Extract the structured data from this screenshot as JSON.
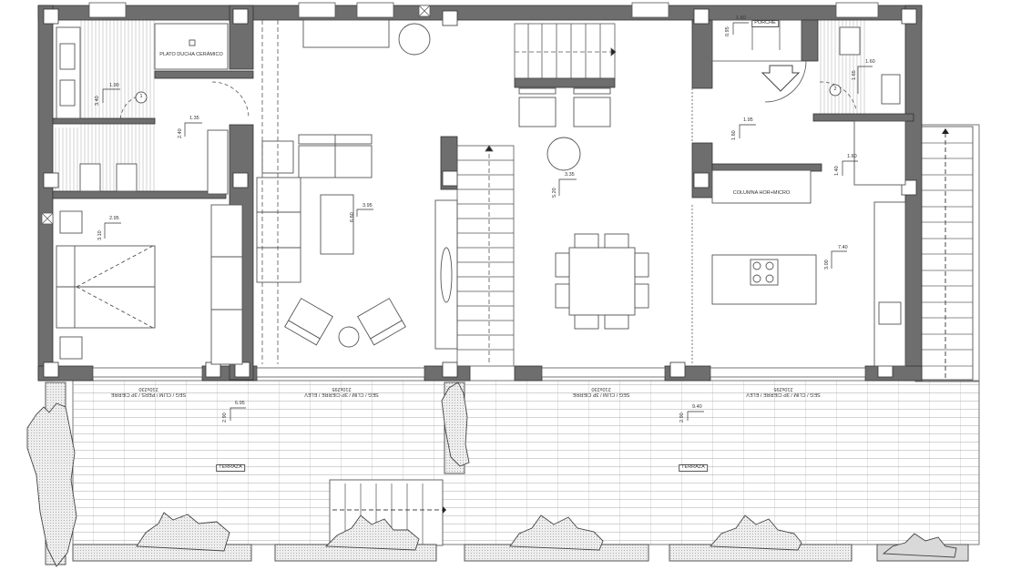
{
  "drawing": {
    "type": "architectural-floor-plan",
    "colors": {
      "wall": "#6e6e6e",
      "column": "#ffffff",
      "line": "#555555",
      "floor_hatch": "#bdbdbd",
      "planter_fill": "#d9d9d9",
      "background": "#ffffff"
    }
  },
  "rooms": {
    "shower_label": "PLATO DUCHA CERÁMICO",
    "porch_label": "PORCHE",
    "kitchen_column_label": "COLUMNA HOR+MICRO",
    "terrace_left_label": "TERRAZA",
    "terrace_right_label": "TERRAZA",
    "bath1_tag": "1",
    "bath2_tag": "2"
  },
  "dimensions": {
    "bath1": {
      "w": "1.90",
      "h": "3.40"
    },
    "hall": {
      "w": "1.35",
      "h": "2.40"
    },
    "bedroom": {
      "w": "2.95",
      "h": "3.10"
    },
    "living": {
      "w": "3.95",
      "h": "6.60"
    },
    "dining": {
      "w": "3.35",
      "h": "5.20"
    },
    "porch": {
      "w": "1.60",
      "h": "0.95"
    },
    "entry": {
      "w": "1.95",
      "h": "1.60"
    },
    "bath2": {
      "w": "1.60",
      "h": "1.65"
    },
    "pantry": {
      "w": "1.60",
      "h": "1.40"
    },
    "kitchen": {
      "w": "7.40",
      "h": "3.00"
    },
    "terrace_left": {
      "w": "6.95",
      "h": "2.90"
    },
    "terrace_right": {
      "w": "9.40",
      "h": "2.90"
    }
  },
  "windows": [
    {
      "spec": "SEG / CLIM / PERS / 3P CIERRE",
      "size": "210x230"
    },
    {
      "spec": "SEG / CLIM / 3P CIERRE / ELEV",
      "size": "210x295"
    },
    {
      "spec": "SEG / CLIM / 3P CIERRE",
      "size": "210x230"
    },
    {
      "spec": "SEG / CLIM / 3P CIERRE / ELEV",
      "size": "210x295"
    }
  ]
}
